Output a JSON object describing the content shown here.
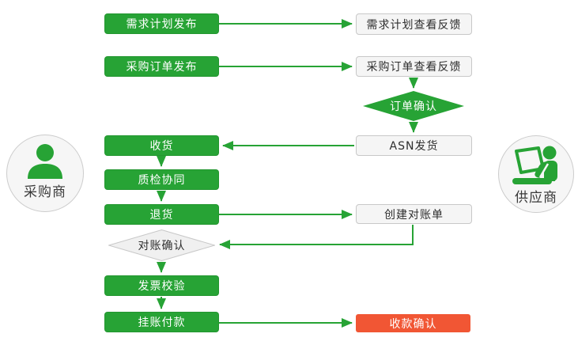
{
  "palette": {
    "green": "#27a335",
    "red": "#f15634",
    "gray_fill": "#f5f5f5",
    "gray_border": "#c8c8c8",
    "diamond_gray_fill": "#f0f0f0",
    "circle_fill": "#f6f6f6",
    "circle_border": "#cccccc",
    "box_text_dark": "#2e2e2e"
  },
  "actors": {
    "buyer": {
      "label": "采购商",
      "icon": "person-bust-icon"
    },
    "supplier": {
      "label": "供应商",
      "icon": "person-laptop-icon"
    }
  },
  "nodes": {
    "demand_publish": {
      "label": "需求计划发布"
    },
    "demand_feedback": {
      "label": "需求计划查看反馈"
    },
    "po_publish": {
      "label": "采购订单发布"
    },
    "po_feedback": {
      "label": "采购订单查看反馈"
    },
    "order_confirm": {
      "label": "订单确认"
    },
    "asn_ship": {
      "label": "ASN发货"
    },
    "receive": {
      "label": "收货"
    },
    "quality_collab": {
      "label": "质检协同"
    },
    "return_goods": {
      "label": "退货"
    },
    "create_statement": {
      "label": "创建对账单"
    },
    "recon_confirm": {
      "label": "对账确认"
    },
    "invoice_check": {
      "label": "发票校验"
    },
    "payment_on_account": {
      "label": "挂账付款"
    },
    "receipt_confirm": {
      "label": "收款确认"
    }
  }
}
